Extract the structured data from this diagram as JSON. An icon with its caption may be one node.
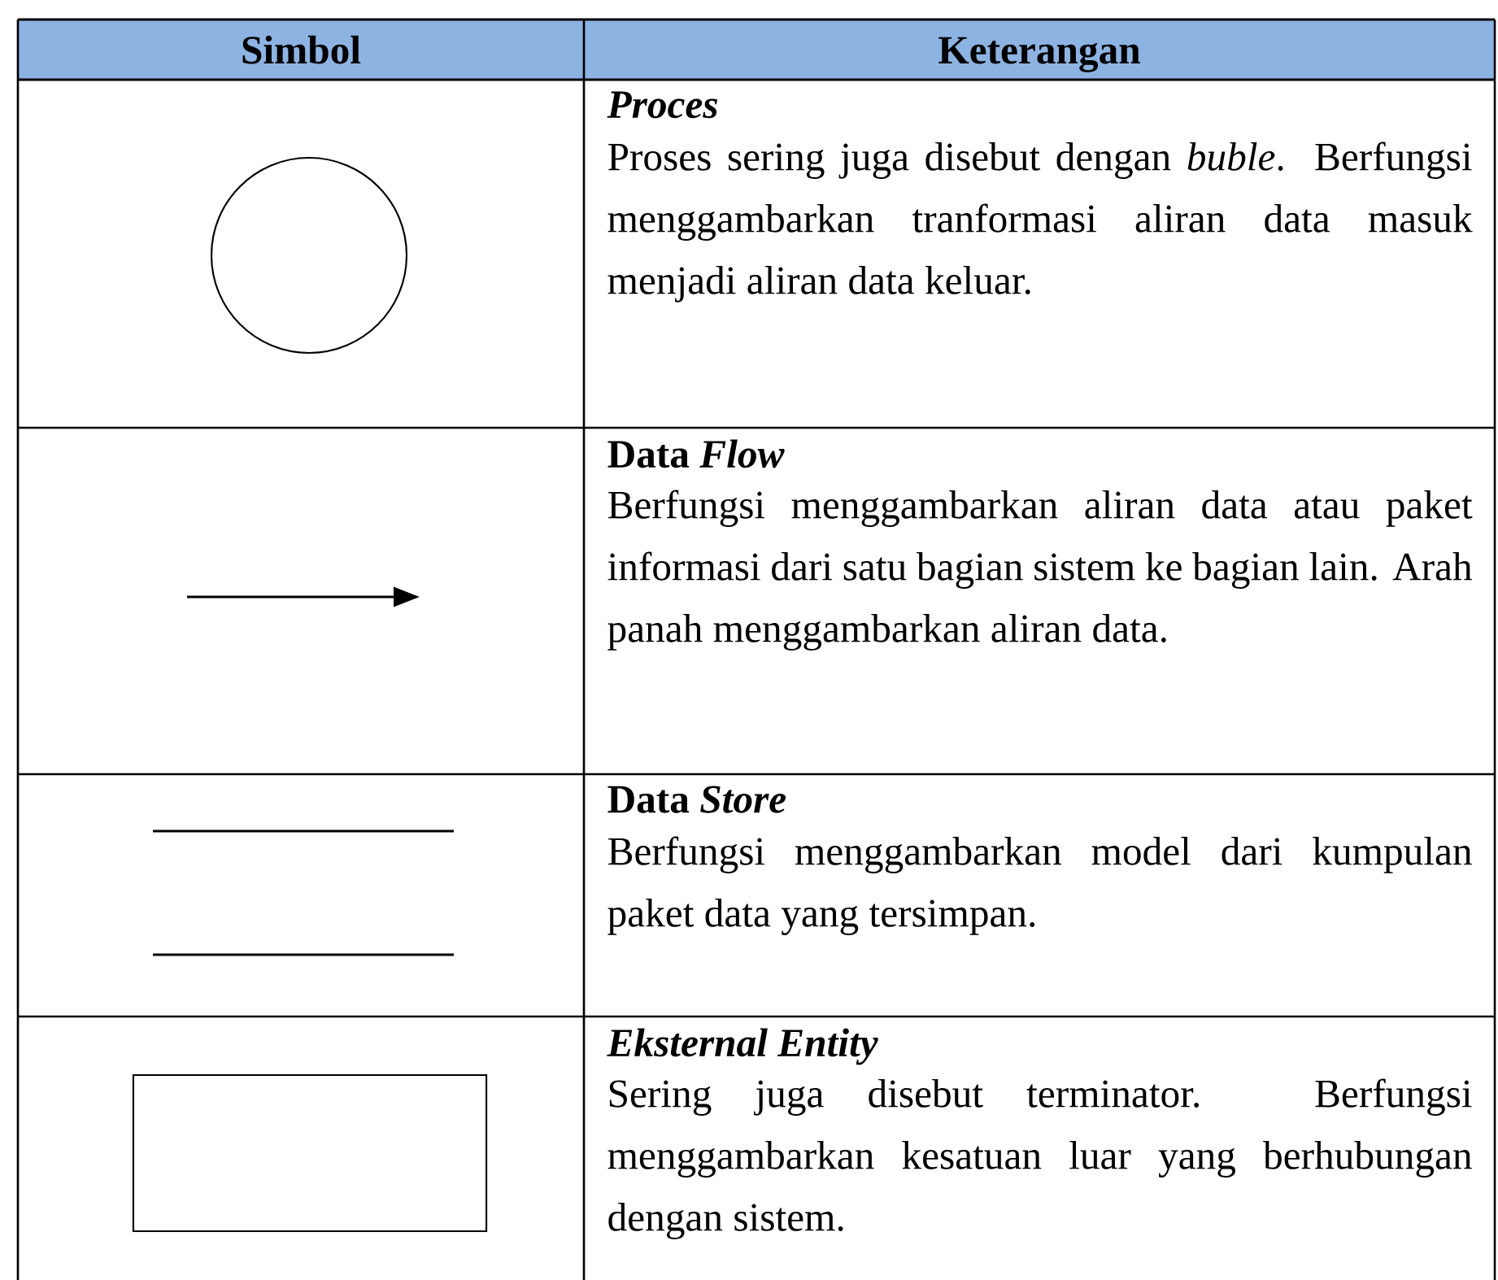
{
  "diagram": {
    "nodes": [
      {
        "text": [],
        "shape": "circle"
      },
      {
        "text": [],
        "shape": "box"
      }
    ],
    "labels": [
      "Simbol",
      "Keterangan",
      "Proces",
      "Proses sering juga disebut dengan *buble*. Berfungsi menggambarkan tranformasi aliran data masuk menjadi aliran data keluar.",
      "Data *Flow*",
      "Berfungsi menggambarkan aliran data atau paket informasi dari satu bagian sistem ke bagian lain. Arah panah menggambarkan aliran data.",
      "Data *Store*",
      "Berfungsi menggambarkan model dari kumpulan paket data yang tersimpan.",
      "Eksternal Entity",
      "Sering juga disebut terminator. Berfungsi menggambarkan kesatuan luar yang berhubungan dengan sistem."
    ]
  }
}
